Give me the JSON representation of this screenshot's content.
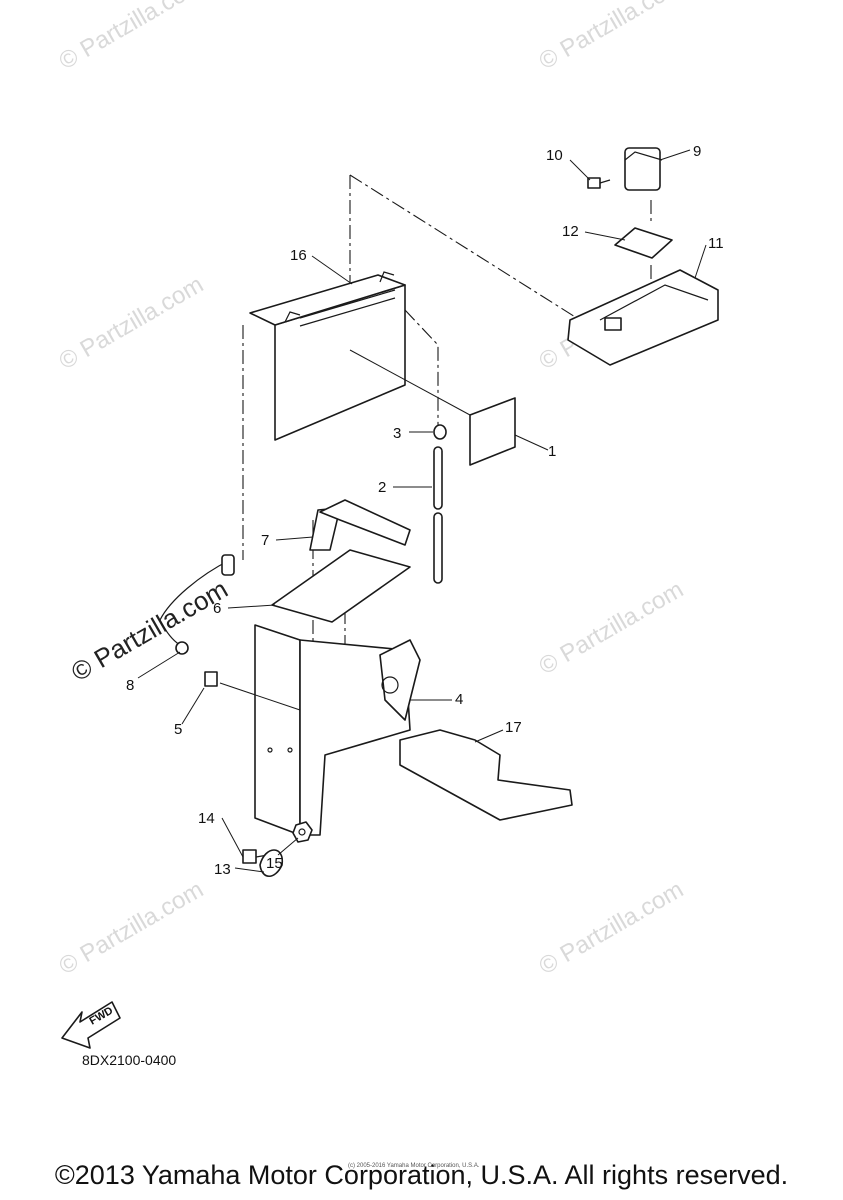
{
  "diagram": {
    "code": "8DX2100-0400",
    "fwd_label": "FWD",
    "callouts": [
      {
        "id": "1",
        "label": "1"
      },
      {
        "id": "2",
        "label": "2"
      },
      {
        "id": "3",
        "label": "3"
      },
      {
        "id": "4",
        "label": "4"
      },
      {
        "id": "5",
        "label": "5"
      },
      {
        "id": "6",
        "label": "6"
      },
      {
        "id": "7",
        "label": "7"
      },
      {
        "id": "8",
        "label": "8"
      },
      {
        "id": "9",
        "label": "9"
      },
      {
        "id": "10",
        "label": "10"
      },
      {
        "id": "11",
        "label": "11"
      },
      {
        "id": "12",
        "label": "12"
      },
      {
        "id": "13",
        "label": "13"
      },
      {
        "id": "14",
        "label": "14"
      },
      {
        "id": "15",
        "label": "15"
      },
      {
        "id": "16",
        "label": "16"
      },
      {
        "id": "17",
        "label": "17"
      }
    ]
  },
  "watermark": {
    "text": "© Partzilla.com",
    "prominent_text": "© Partzilla.com"
  },
  "footer": {
    "copyright": "©2013 Yamaha Motor Corporation, U.S.A. All rights reserved.",
    "tiny_copyright": "(c) 2005-2016 Yamaha Motor Corporation, U.S.A."
  },
  "colors": {
    "line": "#1a1a1a",
    "watermark": "#d9d9d9",
    "background": "#ffffff"
  }
}
